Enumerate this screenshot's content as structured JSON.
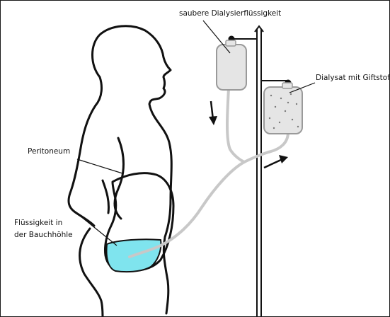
{
  "labels": {
    "clean_fluid": "saubere Dialysierflüssigkeit",
    "dialysate": "Dialysat mit Giftstoffen",
    "peritoneum": "Peritoneum",
    "abdominal_fluid_line1": "Flüssigkeit in",
    "abdominal_fluid_line2": "der Bauchhöhle"
  },
  "colors": {
    "outline": "#111111",
    "bag_fill": "#e5e5e5",
    "bag_stroke": "#9a9a9a",
    "tube": "#c8c8c8",
    "abdominal_fluid": "#7fe4ee"
  },
  "icons": {
    "flow_down": "arrow-down-icon",
    "flow_up": "arrow-up-right-icon"
  }
}
